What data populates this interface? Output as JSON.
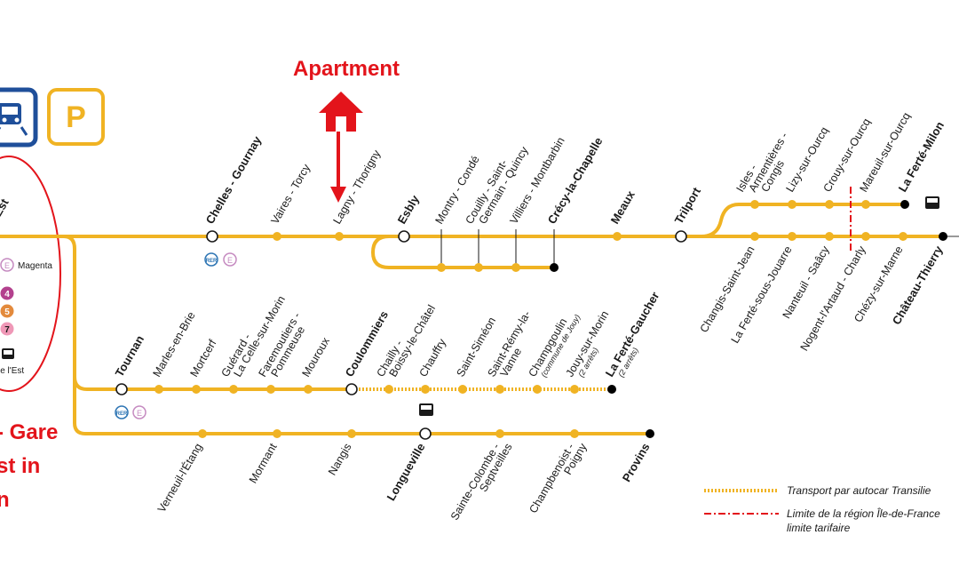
{
  "colors": {
    "line": "#f0b323",
    "stop": "#f0b323",
    "annotation": "#e3141b",
    "boundary": "#e3141b",
    "rer_badge": "#2c74b3",
    "e_badge": "#c58ac0",
    "metro4": "#b3418e",
    "metro5": "#e38a3c",
    "metro7": "#ef98b7",
    "train_icon_box": "#1f4f9a"
  },
  "annotations": {
    "apartment": "Apartment",
    "gare_l1": "- Gare",
    "gare_l2": "st in",
    "gare_l3": "n"
  },
  "top_icons": {
    "train": "train-icon",
    "parking_letter": "P"
  },
  "paris_hub": {
    "partial_name": "s-Est",
    "magenta": "Magenta",
    "metro_lines": [
      "4",
      "5",
      "7"
    ],
    "gare_est_partial": "le l'Est"
  },
  "badges": {
    "rer": "RER",
    "e": "E"
  },
  "main_line_stations": [
    {
      "id": "chelles",
      "name": "Chelles - Gournay",
      "bold": true
    },
    {
      "id": "vaires",
      "name": "Vaires - Torcy",
      "bold": false
    },
    {
      "id": "lagny",
      "name": "Lagny - Thorigny",
      "bold": false
    },
    {
      "id": "esbly",
      "name": "Esbly",
      "bold": true
    },
    {
      "id": "meaux",
      "name": "Meaux",
      "bold": true
    },
    {
      "id": "trilport",
      "name": "Trilport",
      "bold": true
    }
  ],
  "crecy_branch_stations": [
    {
      "id": "montry",
      "name": "Montry - Condé"
    },
    {
      "id": "couilly_1",
      "name": "Couilly - Saint-"
    },
    {
      "id": "couilly_2",
      "name": "Germain - Quincy"
    },
    {
      "id": "villiers",
      "name": "Villiers - Montbarbin"
    },
    {
      "id": "crecy",
      "name": "Crécy-la-Chapelle"
    }
  ],
  "ferte_milon_branch": [
    {
      "id": "isles_1",
      "name": "Isles -"
    },
    {
      "id": "isles_2",
      "name": "Armentières -"
    },
    {
      "id": "isles_3",
      "name": "Congis"
    },
    {
      "id": "lizy",
      "name": "Lizy-sur-Ourcq"
    },
    {
      "id": "crouy",
      "name": "Crouy-sur-Ourcq"
    },
    {
      "id": "mareuil",
      "name": "Mareuil-sur-Ourcq"
    },
    {
      "id": "ferte_milon",
      "name": "La Ferté-Milon"
    }
  ],
  "chateau_branch": [
    {
      "id": "changis",
      "name": "Changis-Saint-Jean"
    },
    {
      "id": "ferte_jouarre",
      "name": "La Ferté-sous-Jouarre"
    },
    {
      "id": "nanteuil",
      "name": "Nanteuil - Saâcy"
    },
    {
      "id": "nogent",
      "name": "Nogent-l'Artaud - Charly"
    },
    {
      "id": "chezy",
      "name": "Chézy-sur-Marne"
    },
    {
      "id": "chateau",
      "name": "Château-Thierry"
    }
  ],
  "coulommiers_branch": [
    {
      "id": "tournan",
      "name": "Tournan"
    },
    {
      "id": "marles",
      "name": "Marles-en-Brie"
    },
    {
      "id": "mortcerf",
      "name": "Mortcerf"
    },
    {
      "id": "guerard_1",
      "name": "Guérard -"
    },
    {
      "id": "guerard_2",
      "name": "La Celle-sur-Morin"
    },
    {
      "id": "faremoutiers_1",
      "name": "Faremoutiers -"
    },
    {
      "id": "faremoutiers_2",
      "name": "Pommeuse"
    },
    {
      "id": "mouroux",
      "name": "Mouroux"
    },
    {
      "id": "coulommiers",
      "name": "Coulommiers"
    },
    {
      "id": "chailly_1",
      "name": "Chailly -"
    },
    {
      "id": "chailly_2",
      "name": "Boissy-le-Châtel"
    },
    {
      "id": "chauffry",
      "name": "Chauffry"
    },
    {
      "id": "simeon",
      "name": "Saint-Siméon"
    },
    {
      "id": "remy_1",
      "name": "Saint-Rémy-la-"
    },
    {
      "id": "remy_2",
      "name": "Vanne"
    },
    {
      "id": "champgoulin",
      "name": "Champgoulin"
    },
    {
      "id": "champgoulin_sub",
      "name": "(commune de Jouy)"
    },
    {
      "id": "jouy",
      "name": "Jouy-sur-Morin"
    },
    {
      "id": "jouy_sub",
      "name": "(2 arrêts)"
    },
    {
      "id": "ferte_gaucher",
      "name": "La Ferté-Gaucher"
    },
    {
      "id": "ferte_gaucher_sub",
      "name": "(2 arrêts)"
    }
  ],
  "provins_branch": [
    {
      "id": "verneuil",
      "name": "Verneuil-l'Étang"
    },
    {
      "id": "mormant",
      "name": "Mormant"
    },
    {
      "id": "nangis",
      "name": "Nangis"
    },
    {
      "id": "longueville",
      "name": "Longueville"
    },
    {
      "id": "colombe_1",
      "name": "Sainte-Colombe -"
    },
    {
      "id": "colombe_2",
      "name": "Septveilles"
    },
    {
      "id": "champbenoist_1",
      "name": "Champbenoist -"
    },
    {
      "id": "champbenoist_2",
      "name": "Poigny"
    },
    {
      "id": "provins",
      "name": "Provins"
    }
  ],
  "legend": {
    "bus": "Transport par autocar Transilie",
    "boundary_1": "Limite de la région Île-de-France",
    "boundary_2": "limite tarifaire"
  }
}
